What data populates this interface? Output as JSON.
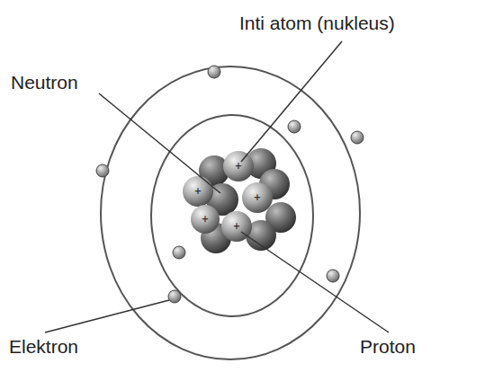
{
  "diagram": {
    "labels": [
      "Inti atom (nukleus)",
      "Neutron",
      "Elektron",
      "Proton",
      "+",
      "+",
      "+",
      "+",
      "+"
    ]
  }
}
